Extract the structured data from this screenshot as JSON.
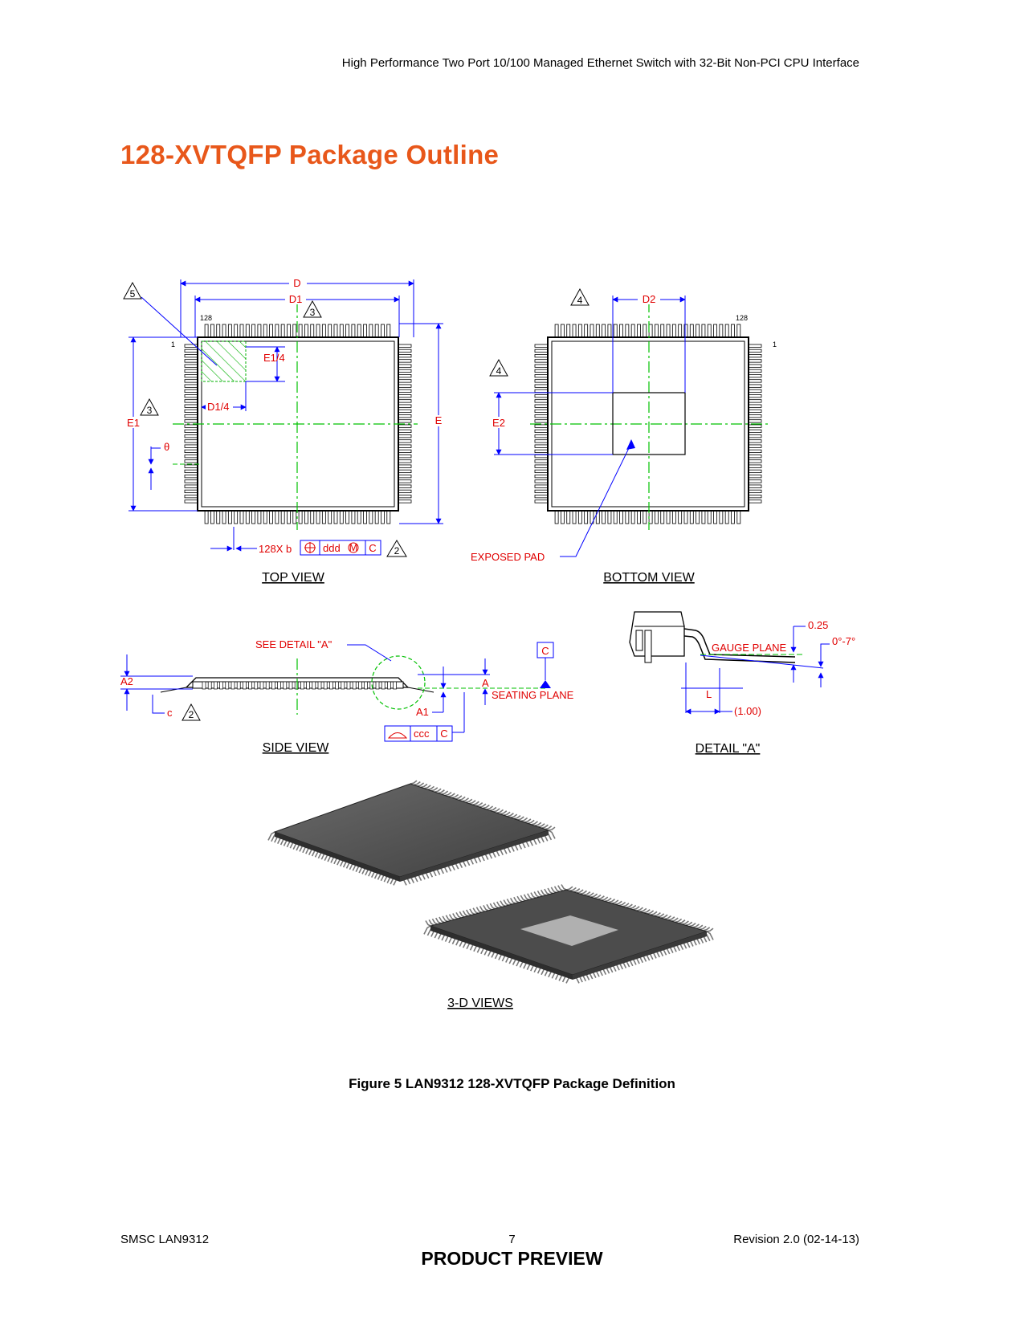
{
  "header": {
    "text": "High Performance Two Port 10/100 Managed Ethernet Switch with 32-Bit Non-PCI CPU Interface"
  },
  "page_title": "128-XVTQFP Package Outline",
  "top_view": {
    "title": "TOP VIEW",
    "labels": {
      "D": "D",
      "D1": "D1",
      "E": "E",
      "E1": "E1",
      "E1_4": "E1/4",
      "D1_4": "D1/4",
      "theta": "θ",
      "pin128": "128",
      "pin1": "1",
      "lead_b": "128X b",
      "ddd": "ddd",
      "M": "M",
      "C": "C"
    },
    "notes": {
      "n5": "5",
      "n3a": "3",
      "n3b": "3",
      "n2": "2"
    }
  },
  "bottom_view": {
    "title": "BOTTOM VIEW",
    "labels": {
      "D2": "D2",
      "E2": "E2",
      "pin128": "128",
      "pin1": "1",
      "exposed_pad": "EXPOSED PAD"
    },
    "notes": {
      "n4a": "4",
      "n4b": "4"
    }
  },
  "side_view": {
    "title": "SIDE VIEW",
    "labels": {
      "see_detail": "SEE DETAIL \"A\"",
      "A2": "A2",
      "A": "A",
      "A1": "A1",
      "c": "c",
      "seating_plane": "SEATING PLANE",
      "C_datum": "C",
      "ccc": "ccc",
      "C": "C"
    },
    "notes": {
      "n2": "2"
    }
  },
  "detail_a": {
    "title": "DETAIL \"A\"",
    "labels": {
      "gauge": "0.25",
      "angle": "0°-7°",
      "gauge_plane": "GAUGE PLANE",
      "L": "L",
      "ref": "(1.00)"
    }
  },
  "views_3d": {
    "title": "3-D VIEWS"
  },
  "caption": "Figure 5 LAN9312 128-XVTQFP Package Definition",
  "footer": {
    "left": "SMSC LAN9312",
    "page": "7",
    "right": "Revision 2.0 (02-14-13)",
    "preview": "PRODUCT PREVIEW"
  },
  "colors": {
    "title": "#e8571a",
    "dimension": "#0000ff",
    "label": "#e00000",
    "centerline": "#00c000"
  }
}
